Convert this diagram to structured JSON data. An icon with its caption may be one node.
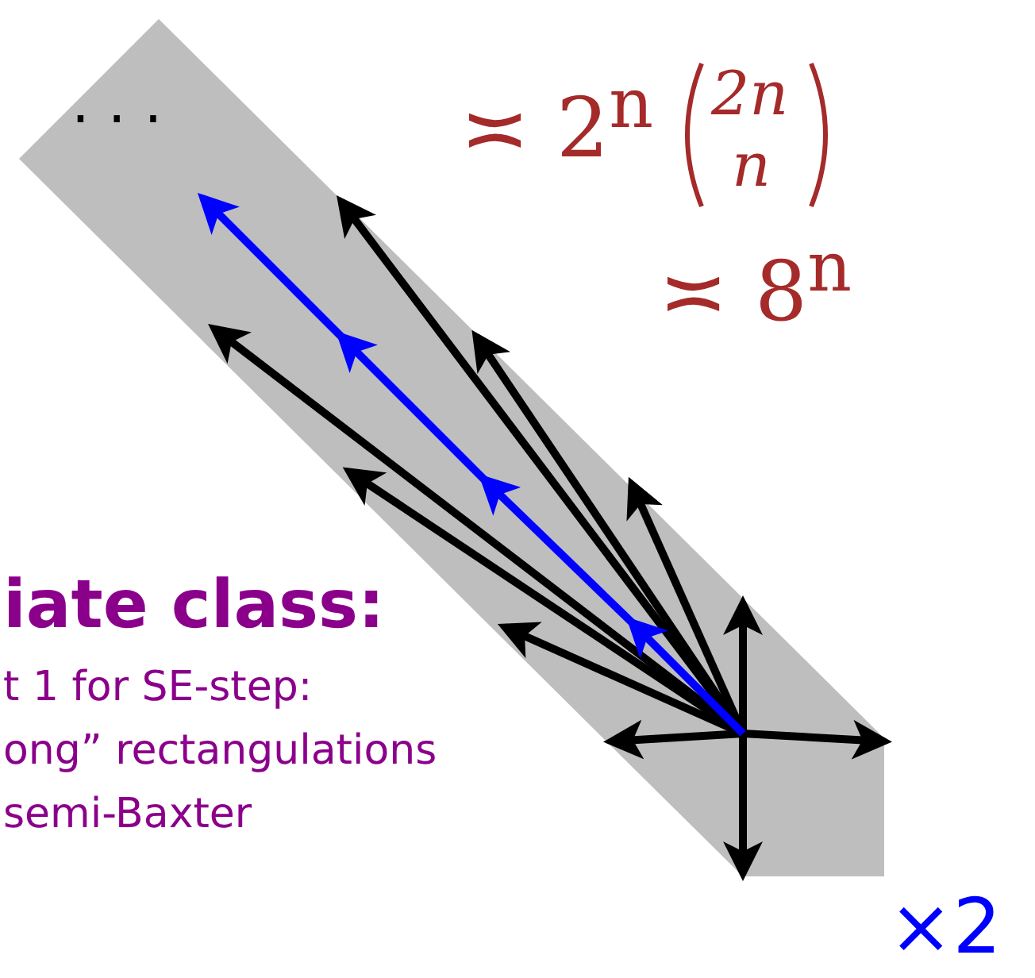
{
  "diagram": {
    "labels": [
      ". . .",
      "≍ 2$^{n}$",
      "2n",
      "n",
      "≍ 8$^{n}$",
      "iate class:",
      "t 1 for SE-step:",
      "ong” rectangulations",
      "semi-Baxter",
      "×2"
    ]
  }
}
